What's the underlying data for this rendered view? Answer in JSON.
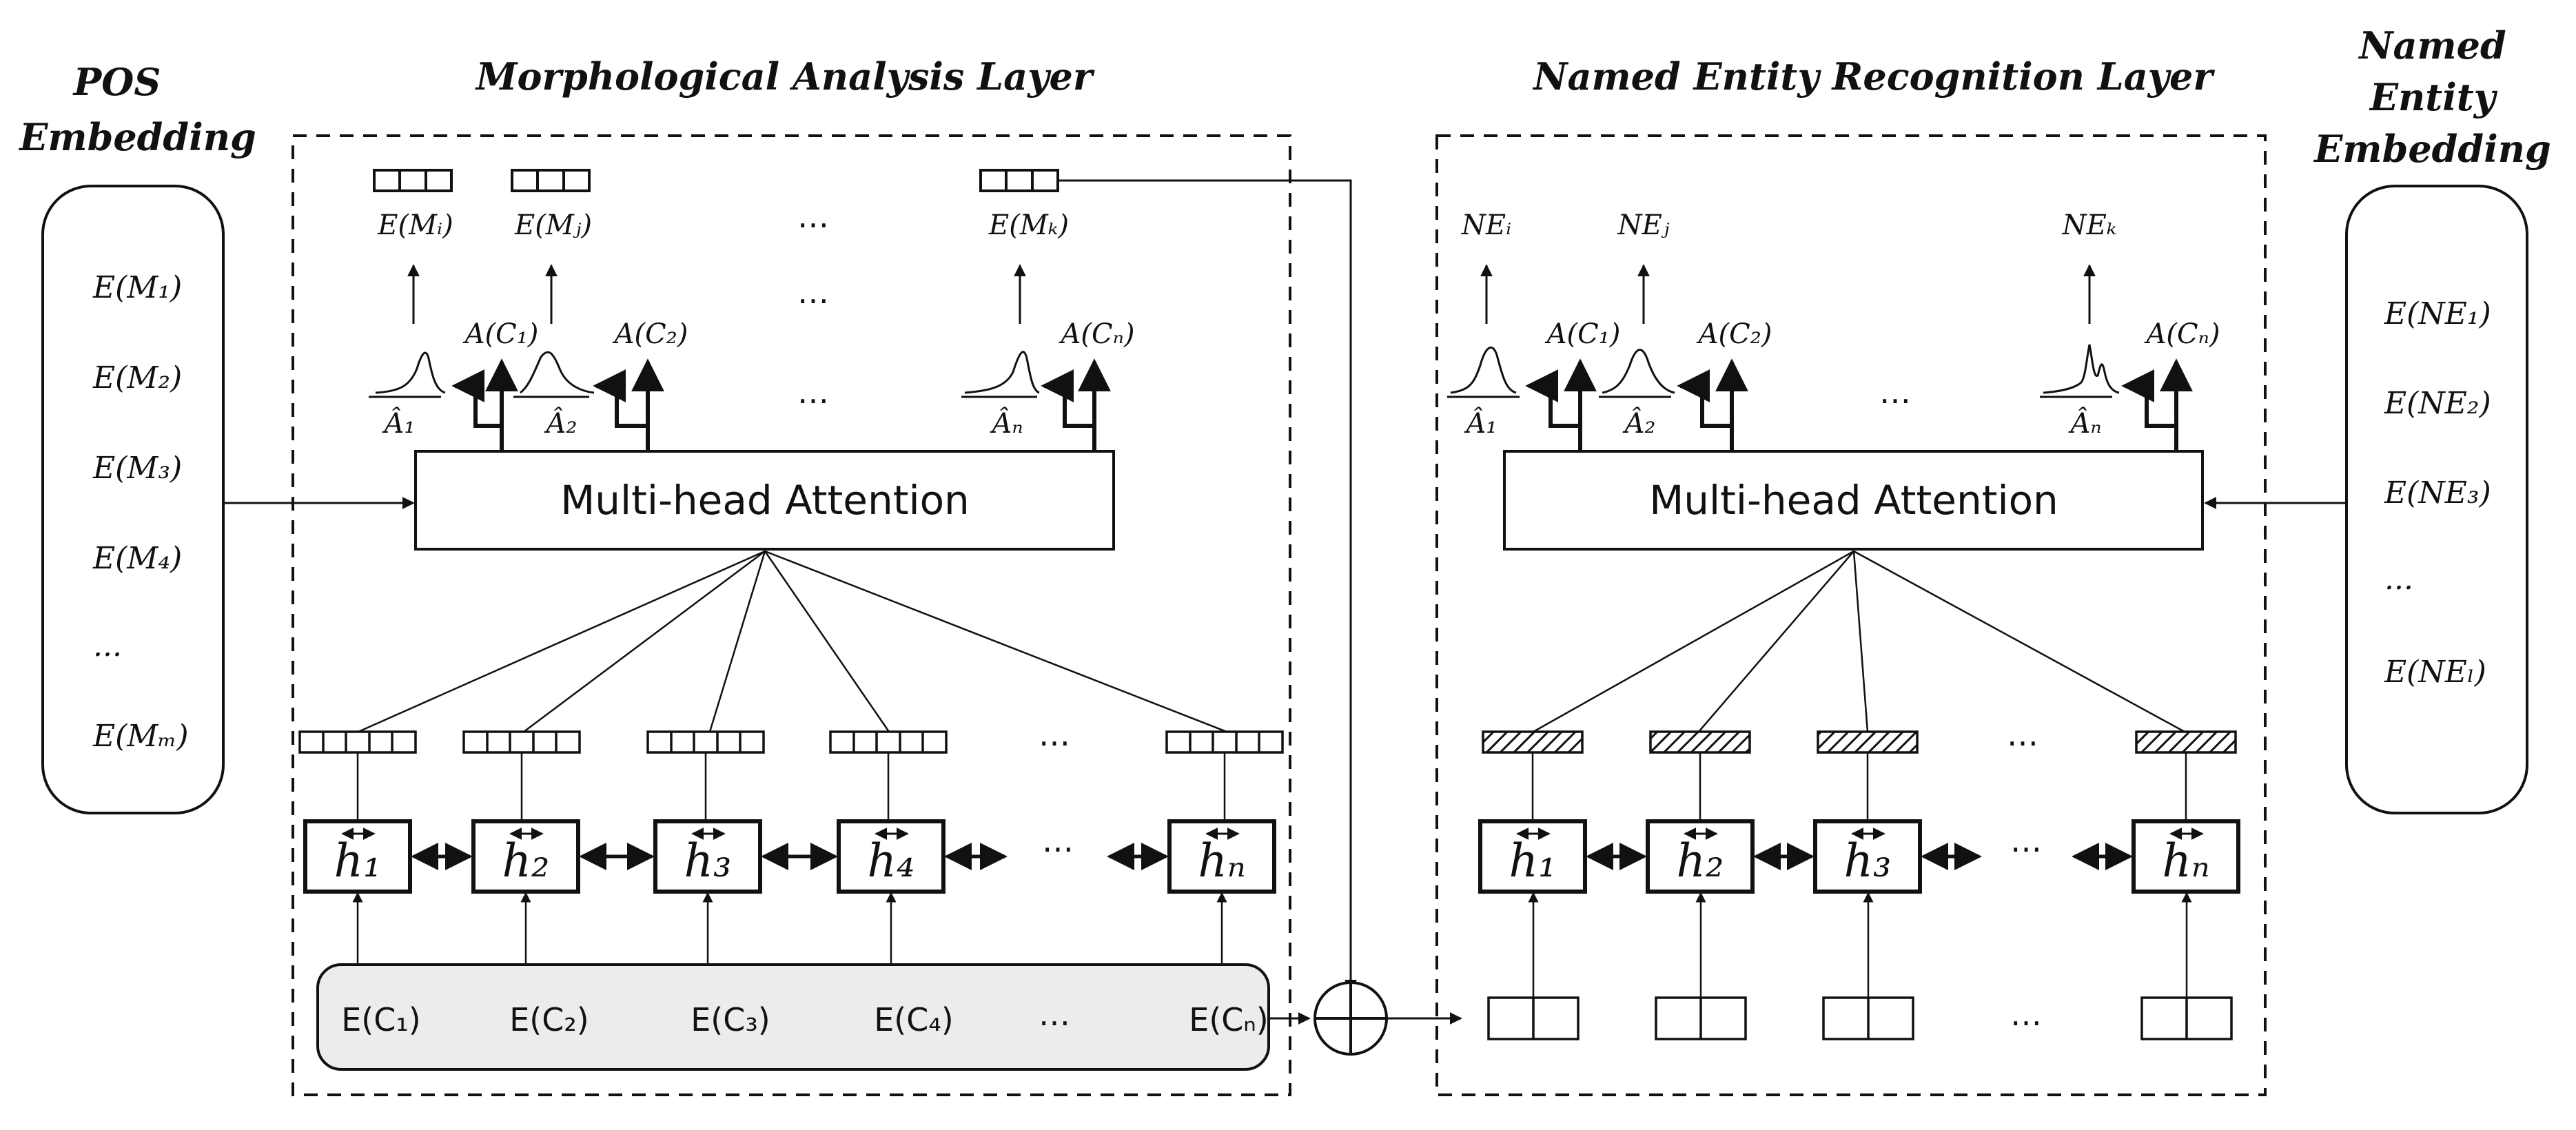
{
  "titles": {
    "pos": [
      "POS",
      "Embedding"
    ],
    "morph": "Morphological Analysis Layer",
    "ner": "Named Entity Recognition Layer",
    "ne": [
      "Named",
      "Entity",
      "Embedding"
    ]
  },
  "pos_items": [
    "E(M₁)",
    "E(M₂)",
    "E(M₃)",
    "E(M₄)",
    "...",
    "E(Mₘ)"
  ],
  "ne_items": [
    "E(NE₁)",
    "E(NE₂)",
    "E(NE₃)",
    "...",
    "E(NEₗ)"
  ],
  "attention_label": "Multi-head Attention",
  "ellipsis": "…",
  "morph": {
    "outputs": [
      "E(Mᵢ)",
      "E(Mⱼ)",
      "E(Mₖ)"
    ],
    "attn_outputs": [
      "A(C₁)",
      "A(C₂)",
      "A(Cₙ)"
    ],
    "a_hats": [
      "Â₁",
      "Â₂",
      "Âₙ"
    ],
    "hidden": [
      "h₁",
      "h₂",
      "h₃",
      "h₄",
      "hₙ"
    ],
    "inputs": [
      "E(C₁)",
      "E(C₂)",
      "E(C₃)",
      "E(C₄)",
      "E(Cₙ)"
    ]
  },
  "ner": {
    "outputs": [
      "NEᵢ",
      "NEⱼ",
      "NEₖ"
    ],
    "attn_outputs": [
      "A(C₁)",
      "A(C₂)",
      "A(Cₙ)"
    ],
    "a_hats": [
      "Â₁",
      "Â₂",
      "Âₙ"
    ],
    "hidden": [
      "h₁",
      "h₂",
      "h₃",
      "hₙ"
    ]
  }
}
